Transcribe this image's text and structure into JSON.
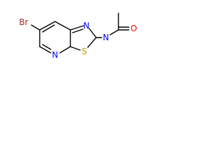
{
  "molecule": {
    "atoms": {
      "bromine": {
        "symbol": "Br",
        "color": "#a52a2a"
      },
      "pyridine_nitrogen": {
        "symbol": "N",
        "color": "#0000ff"
      },
      "thiazole_nitrogen": {
        "symbol": "N",
        "color": "#0000ff"
      },
      "sulfur": {
        "symbol": "S",
        "color": "#b8a000"
      },
      "amide_nitrogen": {
        "symbol": "N",
        "color": "#0000ff"
      },
      "carbonyl_oxygen": {
        "symbol": "O",
        "color": "#ff0000"
      }
    },
    "bond_color": "#000000"
  }
}
